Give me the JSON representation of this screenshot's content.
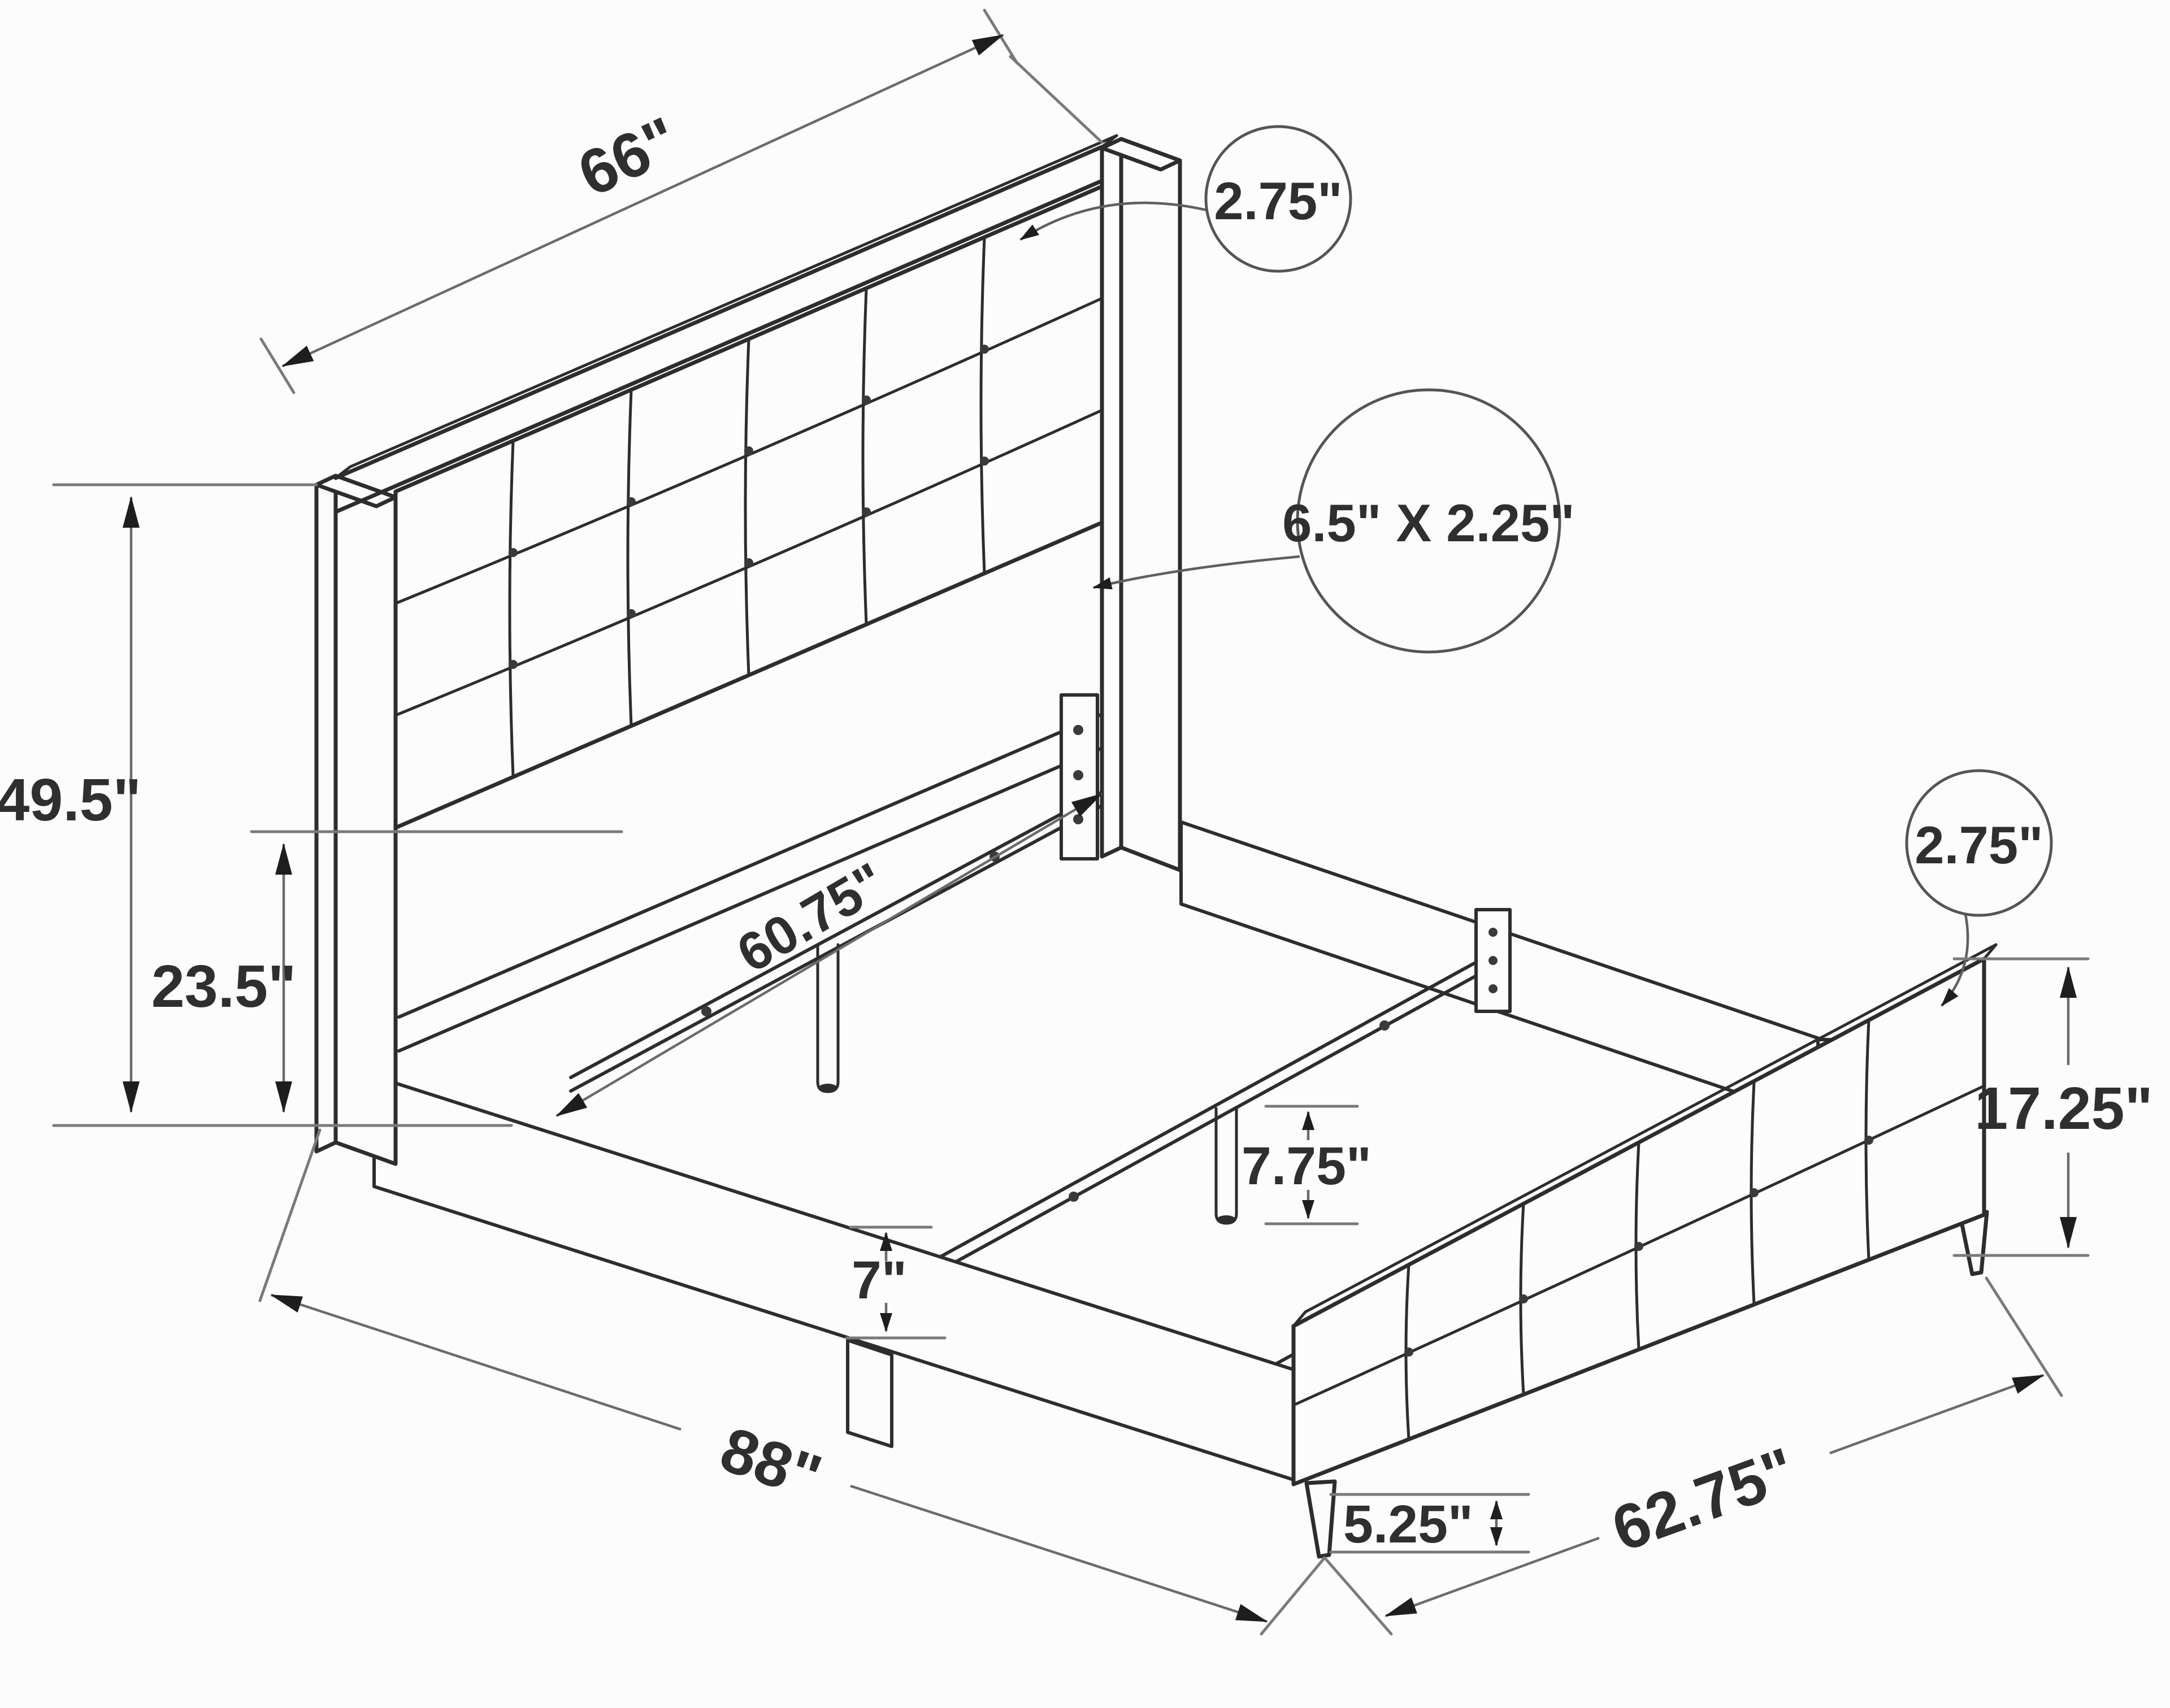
{
  "diagram": {
    "type": "furniture-dimension-line-drawing",
    "subject": "upholstered platform bed frame with tufted headboard and footboard, metal support slats with legs"
  },
  "colors": {
    "background": "#fcfcfc",
    "line_art": "#2d2d2d",
    "dimension_lines": "#6b6b6b",
    "text": "#2f2f2f"
  },
  "dims": {
    "headboard_width": "66\"",
    "headboard_frame_thickness": "2.75\"",
    "post_cross_section": "6.5\" X 2.25\"",
    "headboard_height": "49.5\"",
    "headboard_lower_height": "23.5\"",
    "support_slat_length": "60.75\"",
    "footboard_frame_thickness": "2.75\"",
    "footboard_height": "17.25\"",
    "slat_leg_height": "7.75\"",
    "side_rail_depth": "7\"",
    "bed_length": "88\"",
    "footboard_leg_height": "5.25\"",
    "footboard_width": "62.75\""
  }
}
